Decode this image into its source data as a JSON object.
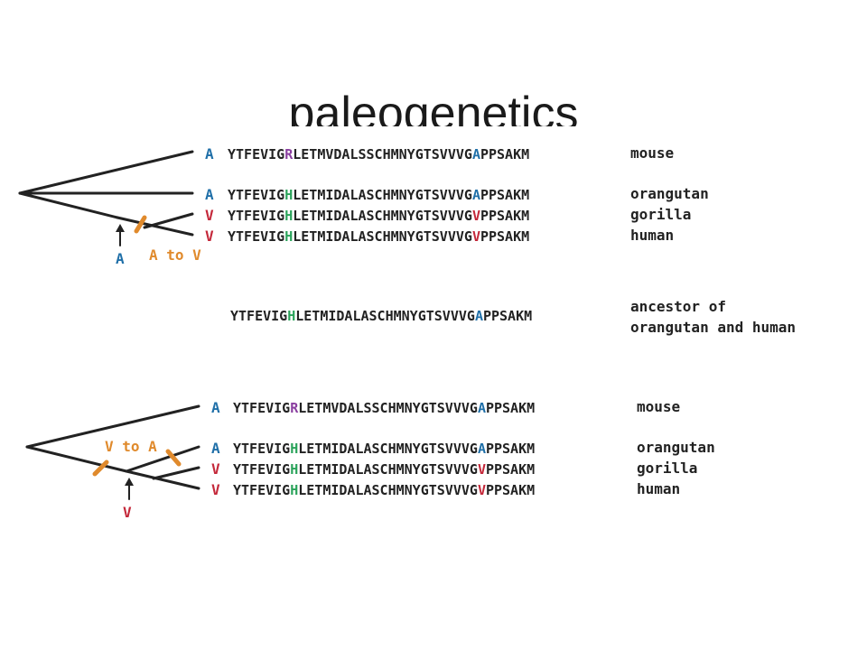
{
  "title": "paleogenetics",
  "colors": {
    "blue": "#1f6fa8",
    "red": "#c4283a",
    "green": "#2aa35a",
    "purple": "#8a3fa0",
    "orange": "#e08a2c",
    "ink": "#222222"
  },
  "panel_top": {
    "rows": [
      {
        "res": "A",
        "res_color": "blue",
        "pre": "YTFEVIG",
        "mid": "R",
        "mid_color": "purple",
        "middle": "LETMVDALSSCHMNYGTSVVVG",
        "pos2": "A",
        "pos2_color": "blue",
        "post": "PPSAKM",
        "name": "mouse"
      },
      {
        "res": "A",
        "res_color": "blue",
        "pre": "YTFEVIG",
        "mid": "H",
        "mid_color": "green",
        "middle": "LETMIDALASCHMNYGTSVVVG",
        "pos2": "A",
        "pos2_color": "blue",
        "post": "PPSAKM",
        "name": "orangutan"
      },
      {
        "res": "V",
        "res_color": "red",
        "pre": "YTFEVIG",
        "mid": "H",
        "mid_color": "green",
        "middle": "LETMIDALASCHMNYGTSVVVG",
        "pos2": "V",
        "pos2_color": "red",
        "post": "PPSAKM",
        "name": "gorilla"
      },
      {
        "res": "V",
        "res_color": "red",
        "pre": "YTFEVIG",
        "mid": "H",
        "mid_color": "green",
        "middle": "LETMIDALASCHMNYGTSVVVG",
        "pos2": "V",
        "pos2_color": "red",
        "post": "PPSAKM",
        "name": "human"
      }
    ],
    "node_label": "A",
    "change_label": "A to V"
  },
  "ancestor": {
    "pre": "YTFEVIG",
    "mid": "H",
    "mid_color": "green",
    "middle": "LETMIDALASCHMNYGTSVVVG",
    "pos2": "A",
    "pos2_color": "blue",
    "post": "PPSAKM",
    "label_line1": "ancestor of",
    "label_line2": "orangutan and human"
  },
  "panel_bottom": {
    "rows": [
      {
        "res": "A",
        "res_color": "blue",
        "pre": "YTFEVIG",
        "mid": "R",
        "mid_color": "purple",
        "middle": "LETMVDALSSCHMNYGTSVVVG",
        "pos2": "A",
        "pos2_color": "blue",
        "post": "PPSAKM",
        "name": "mouse"
      },
      {
        "res": "A",
        "res_color": "blue",
        "pre": "YTFEVIG",
        "mid": "H",
        "mid_color": "green",
        "middle": "LETMIDALASCHMNYGTSVVVG",
        "pos2": "A",
        "pos2_color": "blue",
        "post": "PPSAKM",
        "name": "orangutan"
      },
      {
        "res": "V",
        "res_color": "red",
        "pre": "YTFEVIG",
        "mid": "H",
        "mid_color": "green",
        "middle": "LETMIDALASCHMNYGTSVVVG",
        "pos2": "V",
        "pos2_color": "red",
        "post": "PPSAKM",
        "name": "gorilla"
      },
      {
        "res": "V",
        "res_color": "red",
        "pre": "YTFEVIG",
        "mid": "H",
        "mid_color": "green",
        "middle": "LETMIDALASCHMNYGTSVVVG",
        "pos2": "V",
        "pos2_color": "red",
        "post": "PPSAKM",
        "name": "human"
      }
    ],
    "node_label": "V",
    "change_label": "V to A"
  }
}
